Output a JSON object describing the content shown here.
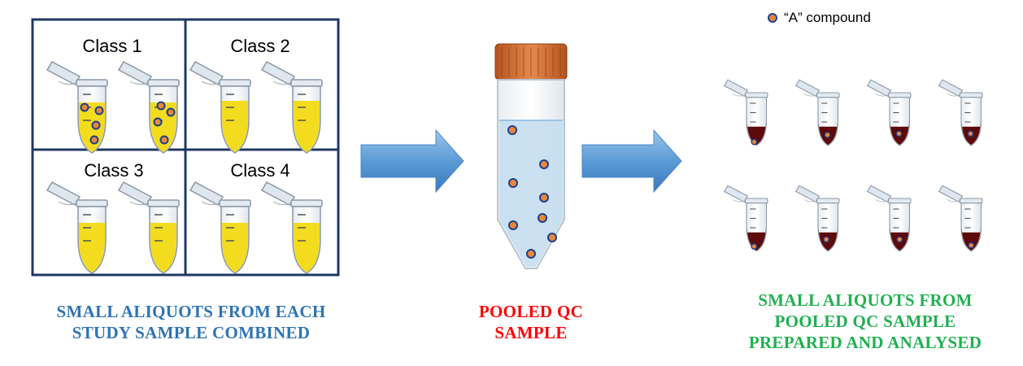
{
  "panel1": {
    "class_labels": [
      "Class 1",
      "Class 2",
      "Class 3",
      "Class 4"
    ],
    "caption_lines": [
      "SMALL ALIQUOTS  FROM EACH",
      "STUDY SAMPLE COMBINED"
    ]
  },
  "panel2": {
    "caption_lines": [
      "POOLED QC",
      "SAMPLE"
    ]
  },
  "panel3": {
    "legend_label": "“A” compound",
    "caption_lines": [
      "SMALL ALIQUOTS  FROM",
      "POOLED QC SAMPLE",
      "PREPARED AND ANALYSED"
    ]
  },
  "colors": {
    "border_blue": "#1f3864",
    "caption_blue": "#2e74b5",
    "caption_red": "#ff0000",
    "caption_green": "#20b050",
    "liquid_yellow": "#f2dc1d",
    "liquid_dark_red": "#5c0a0a",
    "pooled_liquid": "#c5def0",
    "cap_orange": "#d2692e",
    "dot_orange": "#e8883a",
    "dot_outline": "#1f3f8f",
    "arrow_blue": "#5b9bd5"
  }
}
